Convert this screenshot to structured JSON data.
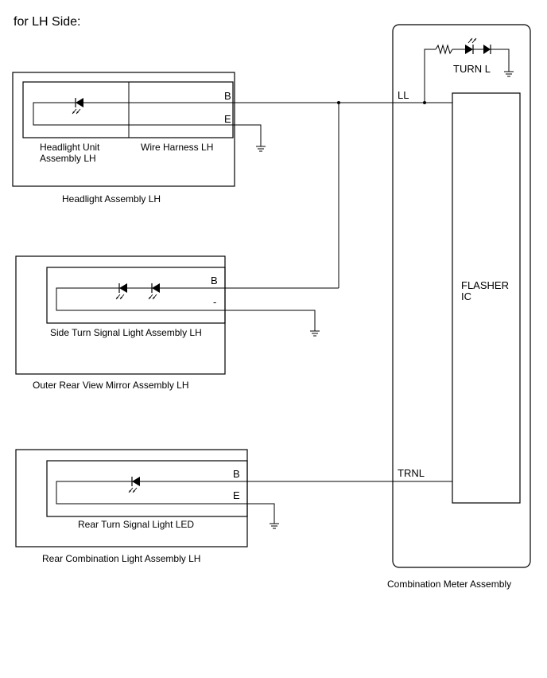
{
  "header": "for LH Side:",
  "headlight": {
    "assembly_label": "Headlight Assembly LH",
    "unit_label_line1": "Headlight Unit",
    "unit_label_line2": "Assembly LH",
    "harness_label": "Wire Harness LH",
    "pin_b": "B",
    "pin_e": "E"
  },
  "mirror": {
    "assembly_label": "Outer Rear View Mirror Assembly LH",
    "signal_label": "Side Turn Signal Light Assembly LH",
    "pin_b": "B",
    "pin_minus": "-"
  },
  "rear": {
    "assembly_label": "Rear Combination Light Assembly LH",
    "led_label": "Rear Turn Signal Light LED",
    "pin_b": "B",
    "pin_e": "E"
  },
  "meter": {
    "assembly_label": "Combination Meter Assembly",
    "pin_ll": "LL",
    "pin_trnl": "TRNL",
    "indicator_label": "TURN L",
    "flasher_line1": "FLASHER",
    "flasher_line2": "IC"
  }
}
